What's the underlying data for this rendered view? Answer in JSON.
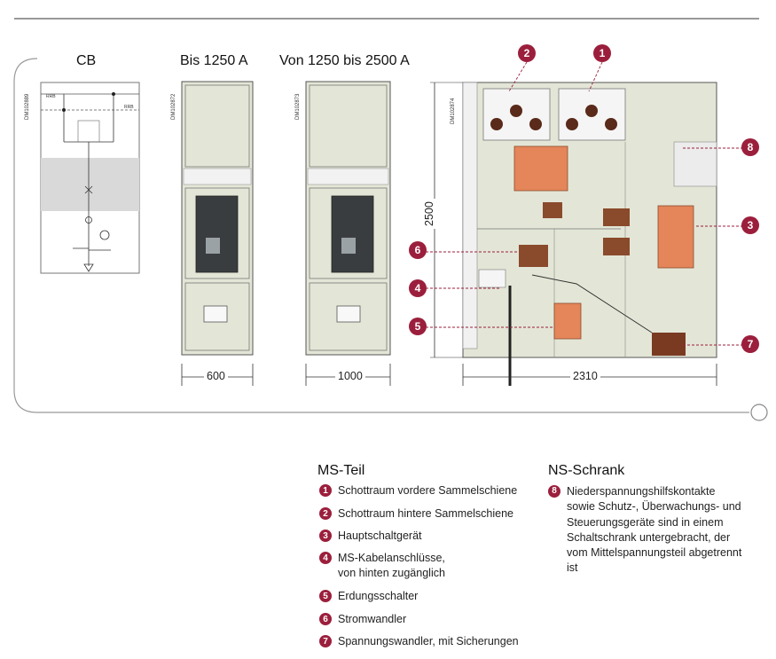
{
  "diagrams": {
    "cb_title": "CB",
    "bis_title": "Bis 1250 A",
    "von_title": "Von 1250 bis 2500 A",
    "cb_code": "DM102889",
    "bis_code": "DM102872",
    "von_code": "DM102873",
    "side_code": "DM102874",
    "rrb": "RRB",
    "dim_600": "600",
    "dim_1000": "1000",
    "dim_2310": "2310",
    "dim_2500": "2500"
  },
  "callouts": [
    "1",
    "2",
    "3",
    "4",
    "5",
    "6",
    "7",
    "8"
  ],
  "legend": {
    "ms_title": "MS-Teil",
    "ns_title": "NS-Schrank",
    "ms_items": [
      {
        "num": "1",
        "text": "Schottraum vordere Sammelschiene"
      },
      {
        "num": "2",
        "text": "Schottraum hintere Sammelschiene"
      },
      {
        "num": "3",
        "text": "Hauptschaltgerät"
      },
      {
        "num": "4",
        "text": "MS-Kabelanschlüsse,\nvon hinten zugänglich"
      },
      {
        "num": "5",
        "text": "Erdungsschalter"
      },
      {
        "num": "6",
        "text": "Stromwandler"
      },
      {
        "num": "7",
        "text": "Spannungswandler, mit Sicherungen"
      }
    ],
    "ns_items": [
      {
        "num": "8",
        "text": "Niederspannungshilfskontakte\nsowie Schutz-, Überwachungs- und\nSteuerungsgeräte sind in einem\nSchaltschrank untergebracht, der\nvom Mittelspannungsteil abgetrennt\nist"
      }
    ]
  },
  "colors": {
    "accent": "#9b1f3c",
    "panel": "#e3e6d6",
    "copper": "#e4855a",
    "brown": "#8a4a2c"
  }
}
